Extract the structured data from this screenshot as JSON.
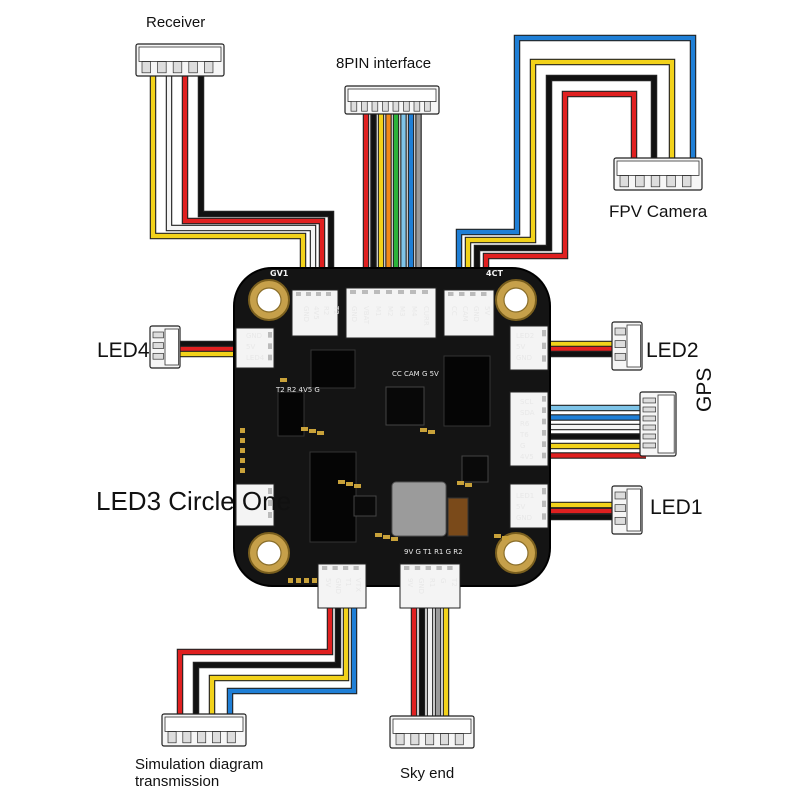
{
  "labels": {
    "receiver": "Receiver",
    "pin8": "8PIN interface",
    "fpv_camera": "FPV Camera",
    "led4": "LED4",
    "led2": "LED2",
    "gps": "GPS",
    "led1": "LED1",
    "led3": "LED3 Circle One",
    "sim_line1": "Simulation diagram",
    "sim_line2": "transmission",
    "sky_end": "Sky end"
  },
  "board": {
    "corner_tl": "GV1",
    "corner_tr": "4CT",
    "pads_receiver": [
      "GND",
      "4V5",
      "R2",
      "T2"
    ],
    "pads_8pin": [
      "GND",
      "VBAT",
      "M1",
      "M2",
      "M3",
      "M4",
      "CURR"
    ],
    "pads_camera": [
      "CC",
      "CAM",
      "GND",
      "5V"
    ],
    "pads_led4": [
      "GND",
      "5V",
      "LED4"
    ],
    "pads_led2": [
      "LED2",
      "5V",
      "GND"
    ],
    "pads_gps": [
      "SCL",
      "SDA",
      "R6",
      "T6",
      "G",
      "4V5"
    ],
    "pads_led1": [
      "LED1",
      "5V",
      "GND"
    ],
    "pads_vtx": [
      "5V",
      "GND",
      "T1",
      "VTX"
    ],
    "pads_sky": [
      "9V",
      "GND",
      "R1",
      "G",
      "T2"
    ],
    "silk_mid": "CC CAM G 5V",
    "silk_left": "T2 R2 4V5 G",
    "silk_bottom": "9V G T1 R1 G R2"
  },
  "wire_colors": {
    "red": "#e02020",
    "black": "#111111",
    "white": "#f4f4f4",
    "yellow": "#f2d21a",
    "blue": "#1f7fd6",
    "orange": "#f28a1a",
    "green": "#2bb33a",
    "gray": "#9a9a9a",
    "lightblue": "#7ec4e8"
  },
  "pcb_colors": {
    "board": "#141414",
    "pad_gold": "#c9a23a",
    "silk": "#eeeeee"
  }
}
